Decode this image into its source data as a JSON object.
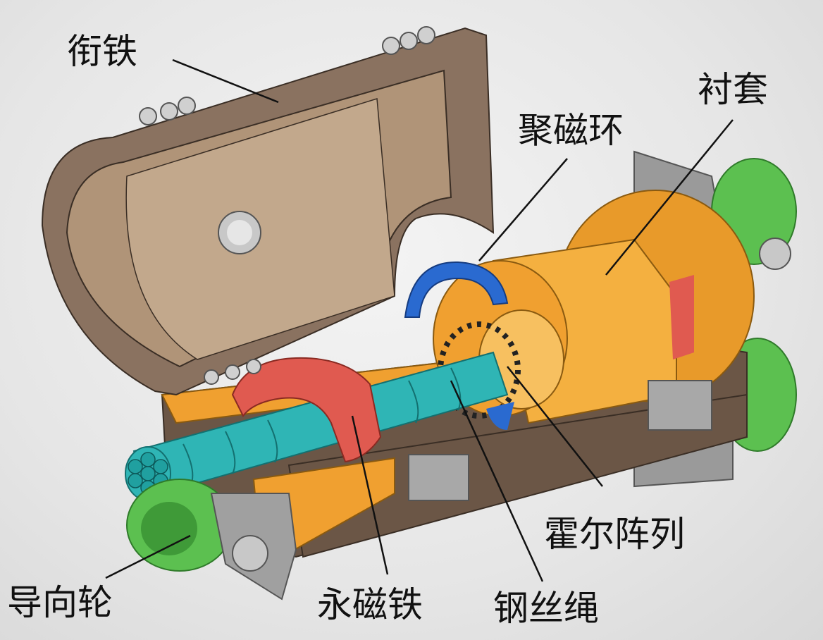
{
  "labels": {
    "armature": "衔铁",
    "bushing": "衬套",
    "flux_ring": "聚磁环",
    "hall_array": "霍尔阵列",
    "guide_wheel": "导向轮",
    "permanent_magnet": "永磁铁",
    "wire_rope": "钢丝绳"
  },
  "colors": {
    "armature": "#8a7260",
    "bushing": "#f0a030",
    "flux_ring": "#2a6ad0",
    "magnet": "#e05a50",
    "rope": "#2fb5b5",
    "wheel": "#5cc050",
    "bracket": "#a0a0a0"
  }
}
